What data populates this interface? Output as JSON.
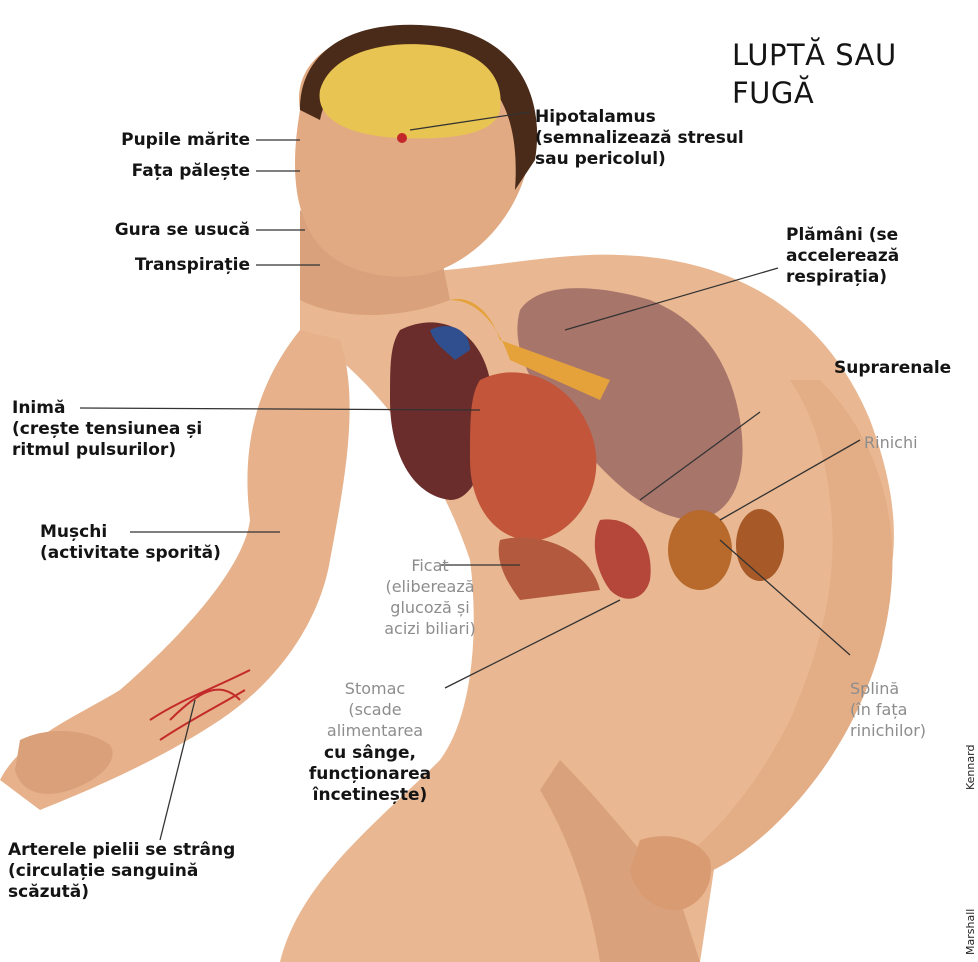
{
  "title": "LUPTĂ SAU\nFUGĂ",
  "labels": {
    "hipotalamus": "Hipotalamus\n(semnalizează stresul\nsau pericolul)",
    "pupile": "Pupile mărite",
    "fata": "Fața pălește",
    "gura": "Gura se usucă",
    "transpiratie": "Transpirație",
    "plamani": "Plămâni (se\naccelerează\nrespirația)",
    "suprarenale": "Suprarenale",
    "inima": "Inimă\n(crește tensiunea și\nritmul pulsurilor)",
    "rinichi": "Rinichi",
    "muschi": "Mușchi\n(activitate sporită)",
    "ficat": "Ficat\n(eliberează\nglucoză și\nacizi biliari)",
    "stomac_grey": "Stomac\n(scade\nalimentarea",
    "stomac_dark": "cu sânge,\nfuncționarea\nîncetinește)",
    "splina": "Splină\n(în fața\nrinichilor)",
    "arterele": "Arterele pielii se strâng\n(circulație sanguină\nscăzută)"
  },
  "credits": [
    "Kennard",
    "Marshall"
  ],
  "colors": {
    "skin": "#e9b892",
    "skin_shadow": "#b9764a",
    "hair": "#4a2a18",
    "brain": "#e8c452",
    "lung": "#a8756a",
    "liver": "#6b2c2c",
    "heart": "#c2553a",
    "aorta": "#e5a23a",
    "vein": "#2f4f8f",
    "kidney": "#b8692c",
    "stomach": "#b4463a",
    "label_dark": "#141414",
    "label_grey": "#8d8d8d"
  }
}
